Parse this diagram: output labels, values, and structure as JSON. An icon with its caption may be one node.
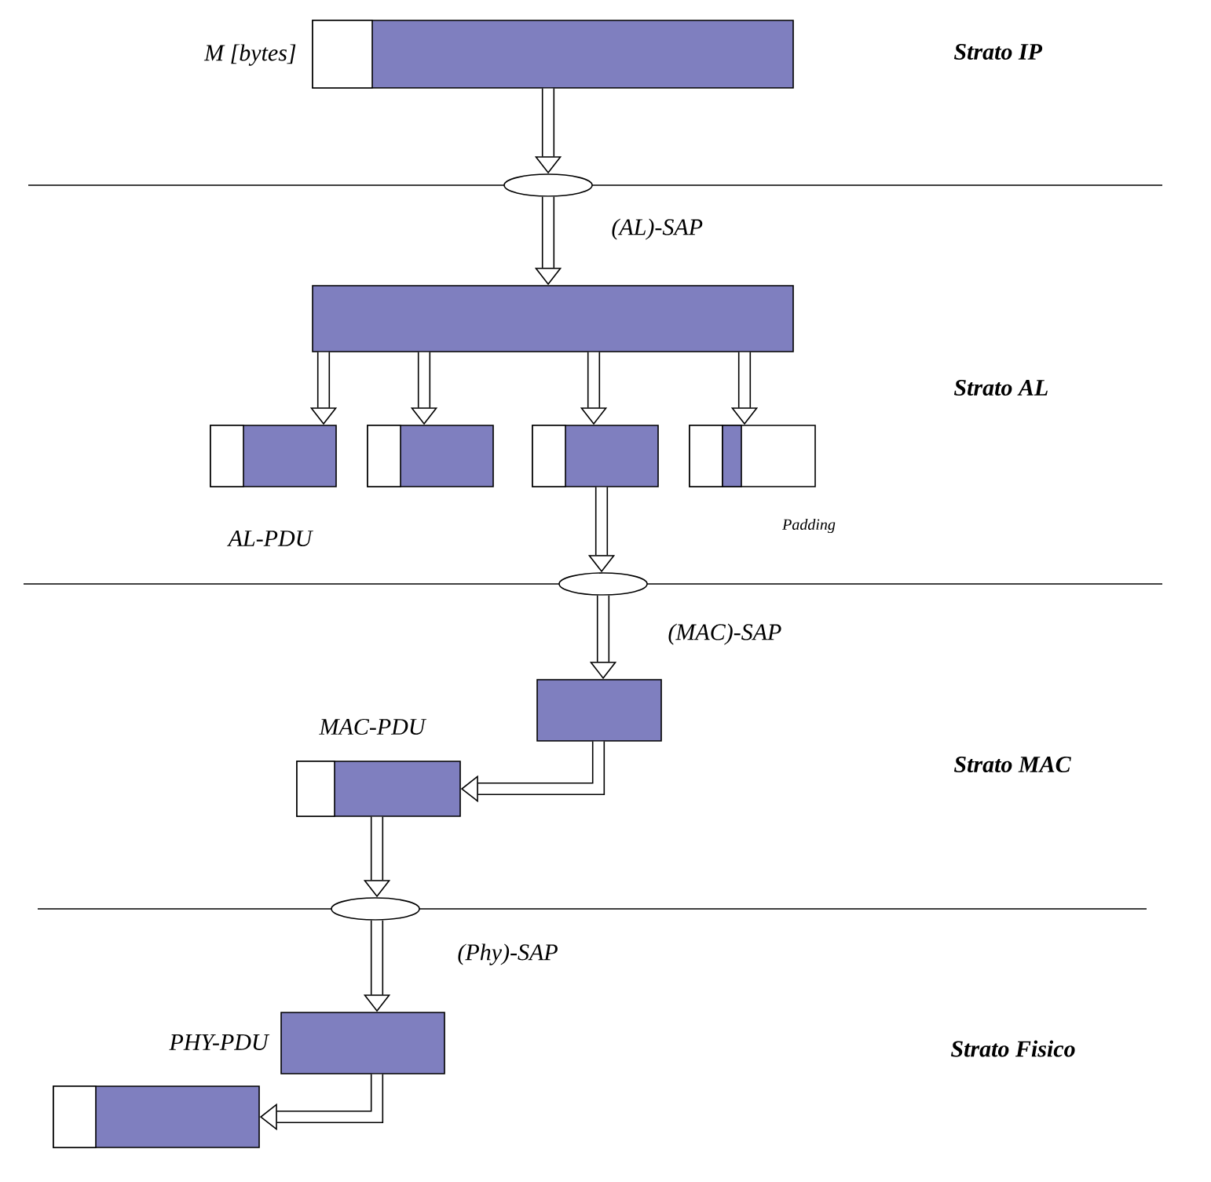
{
  "diagram": {
    "nodes": [
      {
        "text": [],
        "shape": "box",
        "beside": [
          "M [bytes]"
        ]
      },
      {
        "text": [],
        "shape": "ellipse"
      },
      {
        "text": [],
        "shape": "box"
      },
      {
        "text": [],
        "shape": "box",
        "beside": [
          "AL-PDU"
        ]
      },
      {
        "text": [],
        "shape": "box"
      },
      {
        "text": [],
        "shape": "box"
      },
      {
        "text": [],
        "shape": "box",
        "beside": [
          "Padding"
        ]
      },
      {
        "text": [],
        "shape": "ellipse"
      },
      {
        "text": [],
        "shape": "box"
      },
      {
        "text": [],
        "shape": "box",
        "beside": [
          "MAC-PDU"
        ]
      },
      {
        "text": [],
        "shape": "ellipse"
      },
      {
        "text": [],
        "shape": "box",
        "beside": [
          "PHY-PDU"
        ]
      },
      {
        "text": [],
        "shape": "box"
      }
    ],
    "edges": [
      {
        "from": 0,
        "to": 1,
        "arrow": "to"
      },
      {
        "from": 1,
        "to": 2,
        "arrow": "to"
      },
      {
        "from": 2,
        "to": 3,
        "arrow": "to"
      },
      {
        "from": 2,
        "to": 4,
        "arrow": "to"
      },
      {
        "from": 2,
        "to": 5,
        "arrow": "to"
      },
      {
        "from": 2,
        "to": 6,
        "arrow": "to"
      },
      {
        "from": 5,
        "to": 7,
        "arrow": "to"
      },
      {
        "from": 7,
        "to": 8,
        "arrow": "to"
      },
      {
        "from": 8,
        "to": 9,
        "arrow": "to"
      },
      {
        "from": 9,
        "to": 10,
        "arrow": "to"
      },
      {
        "from": 10,
        "to": 11,
        "arrow": "to"
      },
      {
        "from": 11,
        "to": 12,
        "arrow": "to"
      }
    ],
    "labels": [
      "Strato IP",
      "(AL)-SAP",
      "Strato AL",
      "(MAC)-SAP",
      "Strato MAC",
      "(Phy)-SAP",
      "Strato Fisico"
    ]
  }
}
